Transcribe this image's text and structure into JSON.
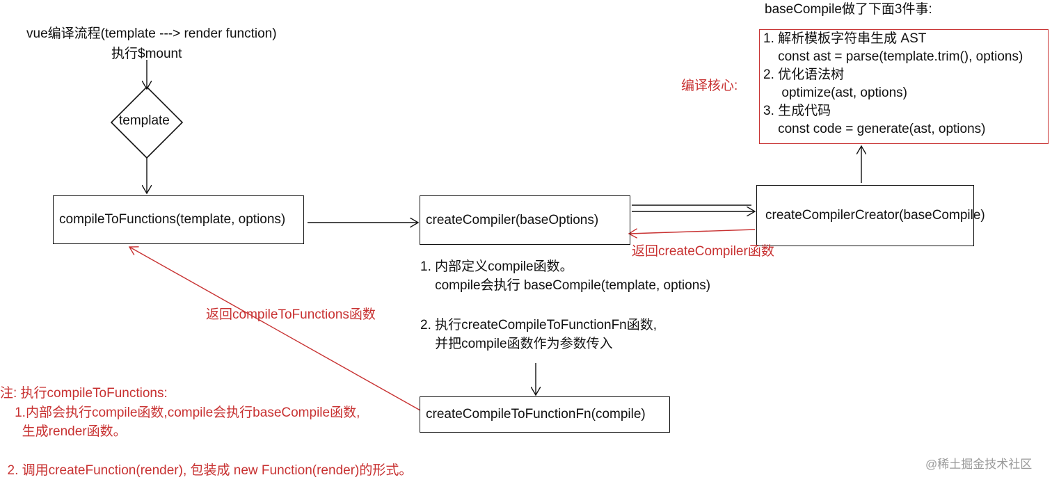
{
  "header": {
    "title": "vue编译流程(template ---> render function)",
    "mount_label": "执行$mount"
  },
  "nodes": {
    "template": "template",
    "compile_to_functions": "compileToFunctions(template, options)",
    "create_compiler": "createCompiler(baseOptions)",
    "create_compiler_creator": "createCompilerCreator(baseCompile)",
    "create_compile_to_function_fn": "createCompileToFunctionFn(compile)"
  },
  "base_compile": {
    "heading": "baseCompile做了下面3件事:",
    "core_label": "编译核心:",
    "steps": [
      "1. 解析模板字符串生成 AST",
      "    const ast = parse(template.trim(), options)",
      "2. 优化语法树",
      "     optimize(ast, options)",
      "3. 生成代码",
      "    const code = generate(ast, options)"
    ]
  },
  "edges": {
    "return_create_compiler": "返回createCompiler函数",
    "return_compile_to_functions": "返回compileToFunctions函数"
  },
  "create_compiler_notes": [
    "1. 内部定义compile函数。",
    "    compile会执行 baseCompile(template, options)",
    "",
    "2. 执行createCompileToFunctionFn函数,",
    "    并把compile函数作为参数传入"
  ],
  "note": {
    "lines": [
      "注: 执行compileToFunctions:",
      "    1.内部会执行compile函数,compile会执行baseCompile函数,",
      "      生成render函数。",
      "",
      "  2. 调用createFunction(render), 包装成 new Function(render)的形式。"
    ]
  },
  "watermark": "@稀土掘金技术社区",
  "colors": {
    "ink": "#111111",
    "accent_red": "#c83232",
    "watermark": "#9a9a9a"
  }
}
